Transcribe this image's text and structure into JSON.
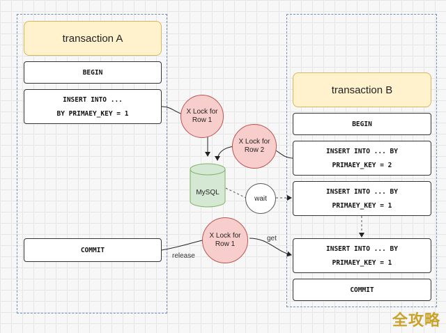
{
  "transaction_a": {
    "title": "transaction A",
    "begin": "BEGIN",
    "insert_line1": "INSERT INTO ...",
    "insert_line2": "BY PRIMAEY_KEY = 1",
    "commit": "COMMIT"
  },
  "transaction_b": {
    "title": "transaction B",
    "begin": "BEGIN",
    "insert1_line1": "INSERT INTO ... BY",
    "insert1_line2": "PRIMAEY_KEY = 2",
    "insert2_line1": "INSERT INTO ... BY",
    "insert2_line2": "PRIMAEY_KEY = 1",
    "insert3_line1": "INSERT INTO ... BY",
    "insert3_line2": "PRIMAEY_KEY = 1",
    "commit": "COMMIT"
  },
  "locks": {
    "lock_a_line1": "X Lock for",
    "lock_a_line2": "Row 1",
    "lock_b_line1": "X Lock for",
    "lock_b_line2": "Row 2",
    "lock_release_line1": "X Lock for",
    "lock_release_line2": "Row 1"
  },
  "database": {
    "label": "MySQL"
  },
  "edges": {
    "wait": "wait",
    "release": "release",
    "get": "get"
  },
  "watermark": "全攻略",
  "colors": {
    "title_fill": "#fff2cc",
    "lock_fill": "#f8cecc",
    "db_fill": "#d5e8d4",
    "panel_border": "#6c8ebf"
  }
}
